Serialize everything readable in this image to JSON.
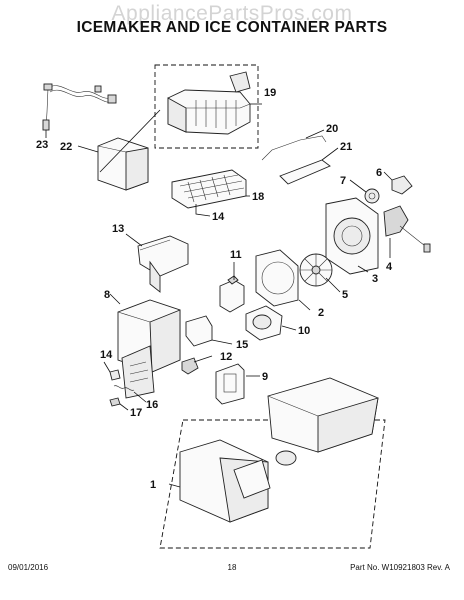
{
  "watermark": "AppliancePartsPros.com",
  "title": "ICEMAKER AND ICE CONTAINER PARTS",
  "footer": {
    "date": "09/01/2016",
    "page": "18",
    "part_no": "Part No. W10921803  Rev. A"
  },
  "callouts": [
    "1",
    "2",
    "3",
    "4",
    "5",
    "6",
    "7",
    "8",
    "9",
    "10",
    "11",
    "12",
    "13",
    "14",
    "14",
    "15",
    "16",
    "17",
    "18",
    "19",
    "20",
    "21",
    "22",
    "23"
  ]
}
